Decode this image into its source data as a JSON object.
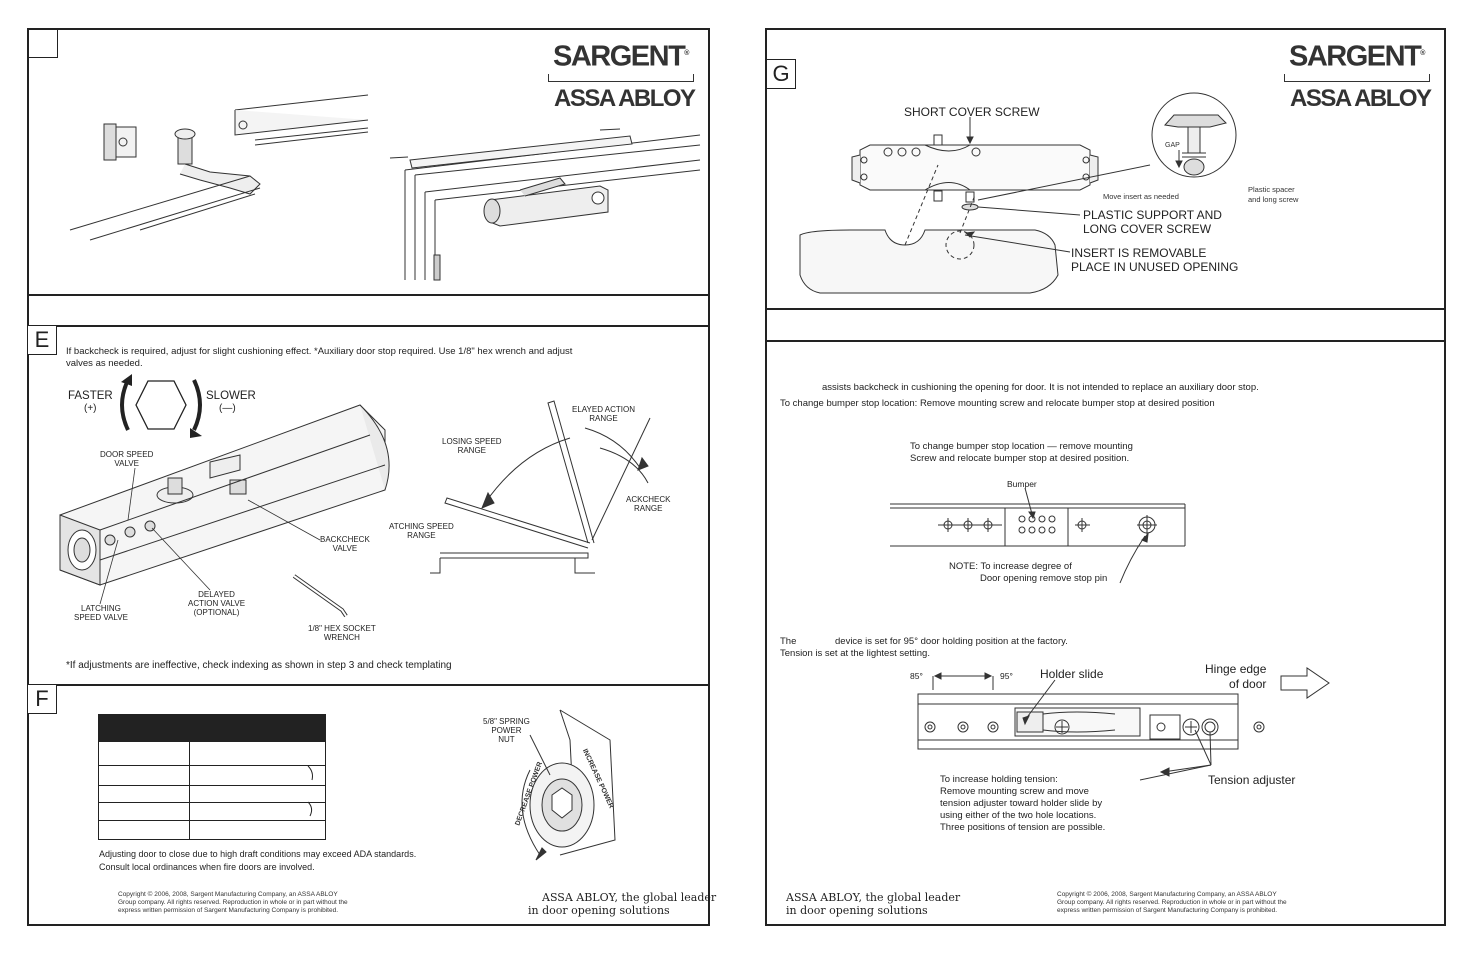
{
  "left_page": {
    "brand": {
      "name": "SARGENT",
      "mark": "®",
      "parent": "ASSA ABLOY"
    },
    "step_e": {
      "letter": "E",
      "intro_line1": "If backcheck is required, adjust for slight cushioning effect. *Auxiliary door stop required. Use 1/8\" hex wrench and adjust",
      "intro_line2": "valves as needed.",
      "faster": "FASTER",
      "faster_sign": "(+)",
      "slower": "SLOWER",
      "slower_sign": "(—)",
      "door_speed_valve": [
        "DOOR SPEED",
        "VALVE"
      ],
      "backcheck_valve": [
        "BACKCHECK",
        "VALVE"
      ],
      "delayed_action_valve": [
        "DELAYED",
        "ACTION VALVE",
        "(OPTIONAL)"
      ],
      "latching_speed_valve": [
        "LATCHING",
        "SPEED VALVE"
      ],
      "hex_wrench": [
        "1/8\" HEX SOCKET",
        "WRENCH"
      ],
      "delayed_action_range": [
        "ELAYED ACTION",
        "RANGE"
      ],
      "closing_speed_range": [
        "LOSING SPEED",
        "RANGE"
      ],
      "backcheck_range": [
        "ACKCHECK",
        "RANGE"
      ],
      "latching_speed_range": [
        "ATCHING SPEED",
        "RANGE"
      ],
      "footnote": "*If adjustments are ineffective, check indexing as shown in step 3 and check templating"
    },
    "step_f": {
      "letter": "F",
      "spring_label": [
        "5/8\" SPRING",
        "POWER",
        "NUT"
      ],
      "decrease": "DECREASE POWER",
      "increase": "INCREASE POWER",
      "ada_line1": "Adjusting door to close due to high draft conditions may exceed ADA standards.",
      "ada_line2": "Consult local ordinances when fire doors are involved."
    },
    "copyright": [
      "Copyright © 2006, 2008, Sargent Manufacturing Company, an ASSA ABLOY",
      "Group company. All rights reserved. Reproduction in whole or in part without the",
      "express written permission of Sargent Manufacturing Company is prohibited."
    ],
    "slogan": [
      "ASSA ABLOY, the global leader",
      "in door opening solutions"
    ]
  },
  "right_page": {
    "brand": {
      "name": "SARGENT",
      "mark": "®",
      "parent": "ASSA ABLOY"
    },
    "step_g": {
      "letter": "G",
      "short_cover_screw": "SHORT COVER SCREW",
      "gap": "GAP",
      "move_insert": "Move insert as needed",
      "plastic_spacer": [
        "Plastic spacer",
        "and long screw"
      ],
      "plastic_support": [
        "PLASTIC SUPPORT AND",
        "LONG COVER SCREW"
      ],
      "insert_removable": [
        "INSERT IS REMOVABLE",
        "PLACE IN UNUSED OPENING"
      ]
    },
    "bumper": {
      "line1": "assists backcheck in cushioning the opening for door. It is not intended to replace an auxiliary door stop.",
      "line2": "To change bumper stop location: Remove mounting screw and relocate bumper stop at desired position",
      "fig_caption": [
        "To change bumper stop location — remove mounting",
        "Screw and relocate bumper stop at desired position."
      ],
      "bumper_label": "Bumper",
      "note_line1": "NOTE:   To increase degree of",
      "note_line2": "Door opening remove stop pin"
    },
    "hold_open": {
      "line1_a": "The",
      "line1_b": "device is set for 95° door holding position at the factory.",
      "line2": "Tension is set at the lightest setting.",
      "angle_85": "85°",
      "angle_95": "95°",
      "holder_slide": "Holder slide",
      "hinge_edge": [
        "Hinge edge",
        "of door"
      ],
      "tension_adjuster": "Tension adjuster",
      "instructions": [
        "To increase holding tension:",
        "Remove mounting screw and move",
        "tension adjuster toward holder slide by",
        "using either of the two hole locations.",
        "Three positions of tension are possible."
      ]
    },
    "copyright": [
      "Copyright © 2006, 2008, Sargent Manufacturing Company, an ASSA ABLOY",
      "Group company. All rights reserved. Reproduction in whole or in part without the",
      "express written permission of Sargent Manufacturing Company is prohibited."
    ],
    "slogan": [
      "ASSA ABLOY, the global leader",
      "in door opening solutions"
    ]
  }
}
